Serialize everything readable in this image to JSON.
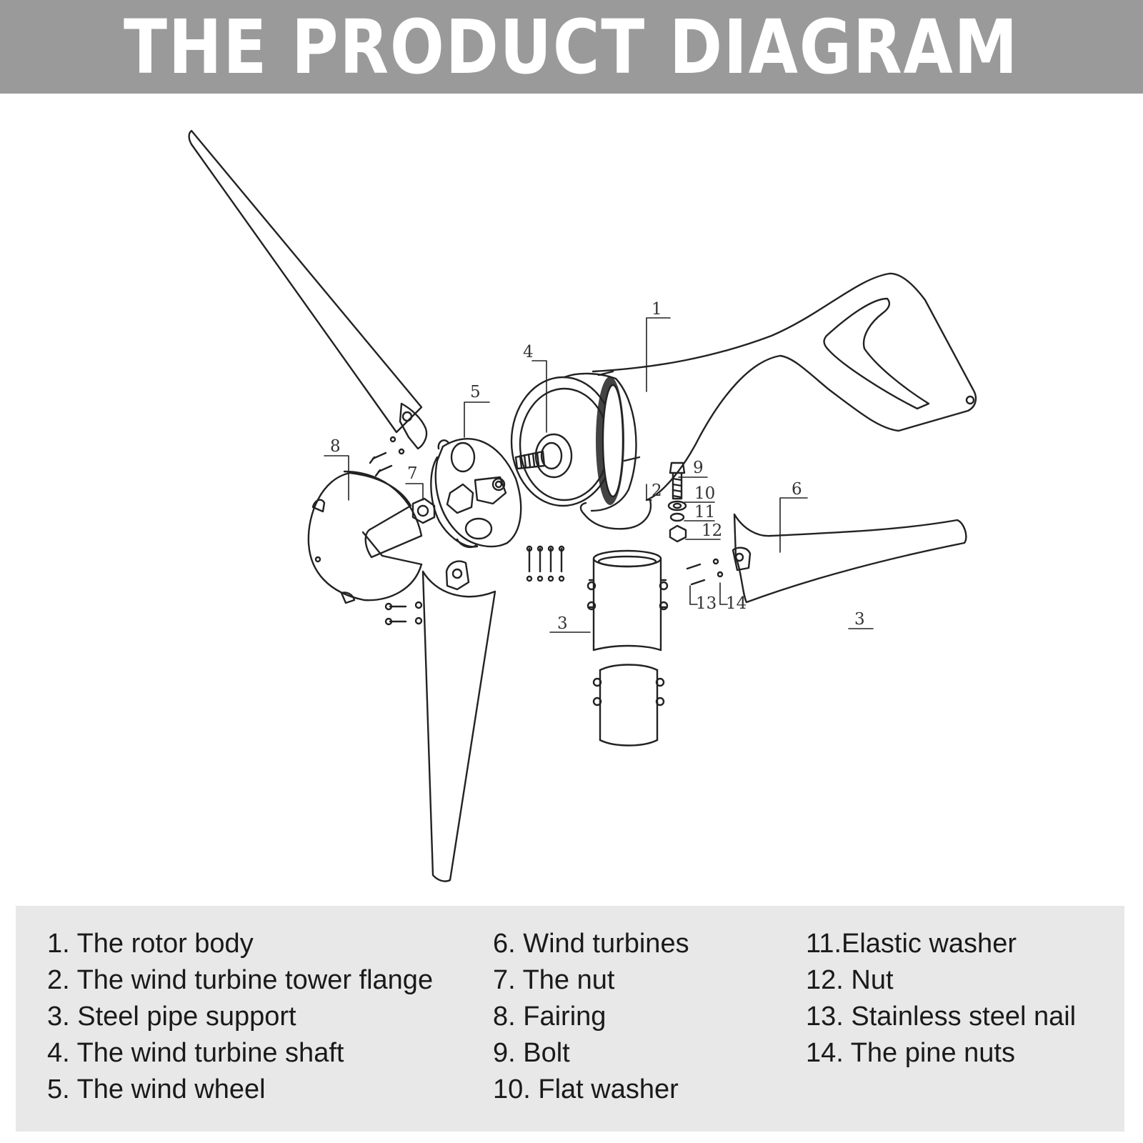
{
  "header": {
    "title": "THE PRODUCT DIAGRAM"
  },
  "callouts": [
    "1",
    "2",
    "3",
    "3",
    "4",
    "5",
    "6",
    "7",
    "8",
    "9",
    "10",
    "11",
    "12",
    "13",
    "14"
  ],
  "legend": {
    "col1": [
      "1. The rotor body",
      "2. The wind turbine tower flange",
      "3. Steel pipe support",
      "4. The wind turbine shaft",
      "5. The wind wheel"
    ],
    "col2": [
      "6. Wind turbines",
      "7. The nut",
      "8. Fairing",
      "9. Bolt",
      "10. Flat washer"
    ],
    "col3": [
      "11.Elastic washer",
      "12. Nut",
      "13. Stainless steel nail",
      "14. The pine nuts"
    ]
  },
  "colors": {
    "title_bar": "#9a9a9a",
    "title_text": "#ffffff",
    "legend_panel": "#e8e8e8",
    "line_art": "#222222"
  }
}
